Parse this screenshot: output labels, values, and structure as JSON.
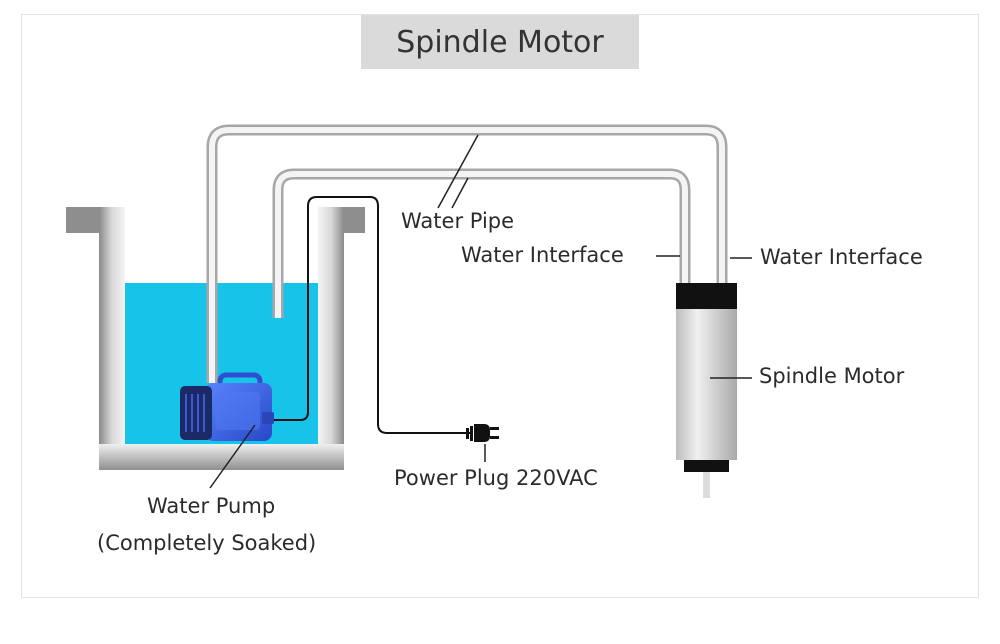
{
  "title": "Spindle Motor",
  "labels": {
    "water_pipe": "Water Pipe",
    "water_interface_left": "Water Interface",
    "water_interface_right": "Water Interface",
    "spindle_motor": "Spindle Motor",
    "power_plug": "Power Plug 220VAC",
    "water_pump_line1": "Water Pump",
    "water_pump_line2": "(Completely Soaked)"
  },
  "colors": {
    "water": "#18c3ea",
    "pump_body": "#3d68e8",
    "pump_dark": "#1a2a66",
    "motor_body": "#d6d6d6",
    "motor_cap": "#111111",
    "tank": "#9a9a9a",
    "pipe": "#cfcfcf",
    "title_bg": "#dadada"
  },
  "icons": {
    "pump": "water-pump-icon",
    "plug": "power-plug-icon",
    "motor": "spindle-motor-icon"
  }
}
